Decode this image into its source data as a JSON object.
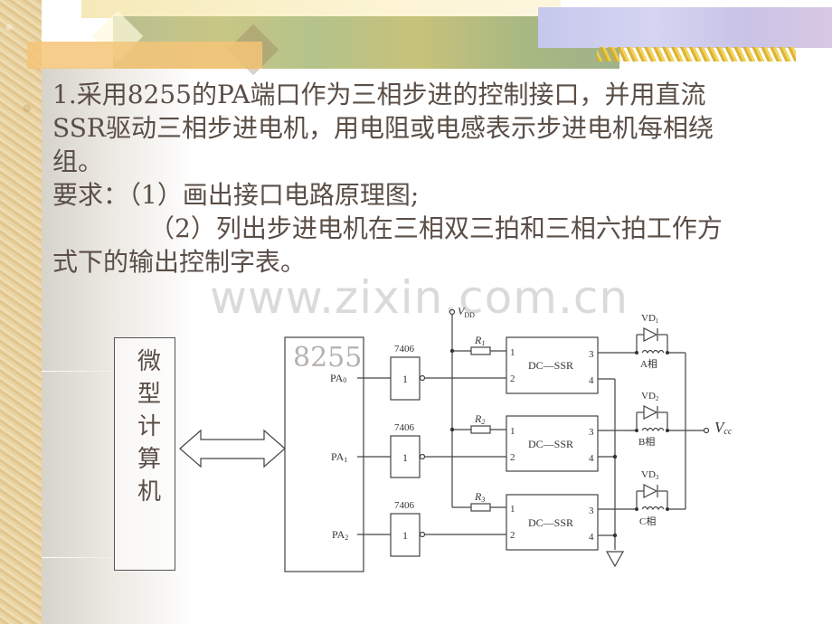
{
  "slide": {
    "question_lines": [
      "1.采用8255的PA端口作为三相步进的控制接口，并用直流",
      "SSR驱动三相步进电机，用电阻或电感表示步进电机每相绕",
      "组。",
      "要求：（1）画出接口电路原理图;",
      "（2）列出步进电机在三相双三拍和三相六拍工作方",
      "式下的输出控制字表。"
    ],
    "watermark": "www.zixin.com.cn"
  },
  "diagram": {
    "computer_block": {
      "label_chars": [
        "微",
        "型",
        "计",
        "算",
        "机"
      ]
    },
    "chip_8255": {
      "label": "8255",
      "pins": [
        {
          "name": "PA",
          "sub": "0"
        },
        {
          "name": "PA",
          "sub": "1"
        },
        {
          "name": "PA",
          "sub": "2"
        }
      ]
    },
    "inverters": [
      {
        "part": "7406",
        "symbol": "1"
      },
      {
        "part": "7406",
        "symbol": "1"
      },
      {
        "part": "7406",
        "symbol": "1"
      }
    ],
    "supply_vdd": {
      "name": "V",
      "sub": "DD"
    },
    "resistors": [
      {
        "name": "R",
        "sub": "1"
      },
      {
        "name": "R",
        "sub": "2"
      },
      {
        "name": "R",
        "sub": "3"
      }
    ],
    "ssr_blocks": [
      {
        "label": "DC—SSR",
        "pins": [
          "1",
          "2",
          "3",
          "4"
        ]
      },
      {
        "label": "DC—SSR",
        "pins": [
          "1",
          "2",
          "3",
          "4"
        ]
      },
      {
        "label": "DC—SSR",
        "pins": [
          "1",
          "2",
          "3",
          "4"
        ]
      }
    ],
    "diodes": [
      {
        "name": "VD",
        "sub": "1"
      },
      {
        "name": "VD",
        "sub": "2"
      },
      {
        "name": "VD",
        "sub": "3"
      }
    ],
    "phases": [
      "A相",
      "B相",
      "C相"
    ],
    "supply_vcc": {
      "name": "V",
      "sub": "cc"
    }
  }
}
